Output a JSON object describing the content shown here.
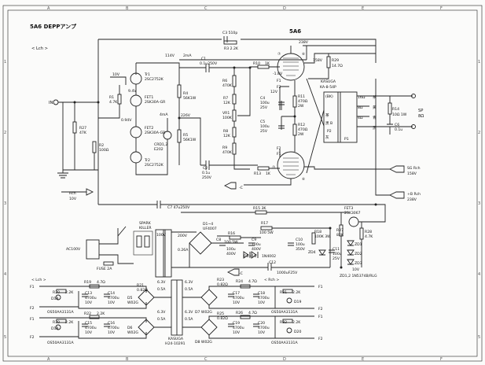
{
  "title": "5A6 DEPPアンプ",
  "channel_left": "< Lch >",
  "tube_name": "5A6",
  "border_letters_top": [
    "A",
    "B",
    "C",
    "D",
    "E",
    "F"
  ],
  "border_numbers_side": [
    "1",
    "2",
    "3",
    "4",
    "5"
  ],
  "labels": {
    "c3": "C3 510p",
    "r3": "R3 2.2K",
    "v114": "114V",
    "ma2": "2mA",
    "c1": "C1",
    "c1v": "0.1u250V",
    "r10": "R10",
    "r10v": "1K",
    "v238": "238V",
    "v158": "158V",
    "r29": "R29",
    "r29v": "14.7Ω",
    "v10": "10V",
    "tr1": "Tr1",
    "tr1p": "2SC2752K",
    "v94": "9.4V",
    "r1": "R1",
    "r1v": "4.7K",
    "fet1": "FET1",
    "fet1p": "2SK30A-GR",
    "r4": "R4",
    "r4v": "56K1W",
    "r6": "R6",
    "r6v": "470K",
    "v18": "-1.8V",
    "kasuga": "KASUGA",
    "kasugap": "KA-8-54P",
    "r11": "R11",
    "r11v": "470Ω",
    "r11w": "2W",
    "c4": "C4",
    "c4v": "100u",
    "c4w": "25V",
    "v12": "12V",
    "r7": "R7",
    "r7v": "12K",
    "in_label": "IN",
    "r27": "R27",
    "r27v": "47K",
    "v094": "0.94V",
    "ma4": "4mA",
    "v226": "226V",
    "vr1": "VR1",
    "vr1v": "100K",
    "fet2": "FET2",
    "fet2p": "2SK30A-GR",
    "r2": "R2",
    "r2v": "100Ω",
    "crd": "CRD1,2",
    "crdp": "E202",
    "tr2": "Tr2",
    "tr2p": "2SC2752K",
    "r5": "R5",
    "r5v": "56K1W",
    "r8": "R8",
    "r8v": "12K",
    "r9": "R9",
    "r9v": "470K",
    "c5": "C5",
    "c5v": "100u",
    "c5w": "25V",
    "r12": "R12",
    "r12v": "470Ω",
    "r12w": "2W",
    "ohm16": "16Ω",
    "ohm8": "8Ω",
    "ohm4": "4Ω",
    "r14": "R14",
    "r14v": "10Ω 1W",
    "c6": "C6",
    "c6v": "0.1u",
    "sp": "SP",
    "sp8": "8Ω",
    "c2": "C2",
    "c2v": "0.1u",
    "c2w": "250V",
    "r13": "R13",
    "r13v": "1K",
    "sg_rch": "SG Rch",
    "sg_v": "158V",
    "minus_c": "-C",
    "rch": "Rch",
    "rch10": "10V",
    "b_rch": "+B Rch",
    "b_v": "238V",
    "c7": "C7 47u250V",
    "r15": "R15 3K",
    "fet3": "FET3",
    "fet3p": "2SK3067",
    "ac": "AC100V",
    "spark": "SPARK",
    "killer": "KILLER",
    "v100": "100V",
    "v200": "200V",
    "d14": "D1~4",
    "d14p": "UF4007",
    "r16": "R16",
    "r16v": "100 5W",
    "r17": "R17",
    "r17v": "100 5W",
    "c8": "C8",
    "c8v": "100u",
    "c8w": "400V",
    "c9": "C9",
    "c9v": "100u",
    "c9w": "400V",
    "c10": "C10",
    "c10v": "100u",
    "c10w": "350V",
    "r18": "R18",
    "r18v": "100K 3W",
    "r27b": "R27",
    "r27bv": "82K",
    "r28": "R28",
    "r28v": "4.7K",
    "zd1": "ZD1",
    "zd2": "ZD2",
    "zd3": "ZD3",
    "zd4": "ZD4",
    "c11": "C11",
    "c11v": "100u",
    "c11w": "25V",
    "d516": "D5~16",
    "d516p": "1N4002",
    "c12": "C12",
    "c12v": "1000uF25V",
    "fuse": "FUSE 2A",
    "a026": "0.26A",
    "v10b": "10V",
    "zd12": "ZD1,2 1N5374B/RLG",
    "lch2": "< Lch >",
    "rch2": "< Rch >",
    "v63": "6.3V",
    "a05": "0.5A",
    "kasuga2": "KASUGA",
    "kasuga2p": "H24-10291",
    "f1": "F1",
    "f2": "F2",
    "r19": "R19",
    "r19v": "4.7Ω",
    "r20": "R20",
    "r20v": "2.2K",
    "c13": "C13",
    "c13v": "4700u",
    "c13w": "10V",
    "c14": "C14",
    "c14v": "4700u",
    "c14w": "10V",
    "d5": "D5",
    "d5p": "W02G",
    "r21": "R21",
    "r21v": "0.82Ω",
    "r22": "R22",
    "r22v": "2.2K",
    "r23": "R23",
    "r23v": "0.82Ω",
    "r24": "R24",
    "r24v": "4.7Ω",
    "c17": "C17",
    "c17v": "4700u",
    "c17w": "10V",
    "c18": "C18",
    "c18v": "4700u",
    "c18w": "10V",
    "d7": "D7 W02G",
    "r31": "R31",
    "r31v": "2.2K",
    "d19": "D19",
    "os1": "OS50AA3131A",
    "d18": "D18",
    "c15": "C15",
    "c15v": "4700u",
    "c15w": "10V",
    "c16": "C16",
    "c16v": "4700u",
    "c16w": "10V",
    "d6": "D6",
    "d6p": "W02G",
    "r25": "R25",
    "r25v": "0.82Ω",
    "r26": "R26",
    "r26v": "4.7Ω",
    "c19": "C19",
    "c19v": "4700u",
    "c19w": "10V",
    "c20": "C20",
    "c20v": "4700u",
    "c20w": "10V",
    "d8": "D8 W02G",
    "r32": "R32",
    "r32v": "2.2K",
    "d20": "D20",
    "r30": "R30",
    "r30v": "2.2K",
    "d18b": "D18",
    "os2": "OS50AA3131A",
    "os3": "OS50AA3131A",
    "os4": "OS50AA3131A",
    "bk": "(BK)",
    "p1": "P1",
    "p2": "P2",
    "pin7": "⑦",
    "pin2": "②",
    "pin4": "④",
    "pin6": "⑥",
    "pin3": "③",
    "pin1": "①",
    "pin8": "⑧"
  }
}
